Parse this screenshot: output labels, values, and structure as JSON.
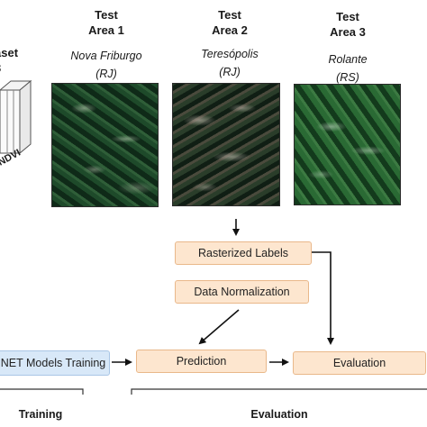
{
  "dataset": {
    "title_fragment": "aset",
    "line2_fragment": "3",
    "side_label": "NDVI"
  },
  "areas": [
    {
      "test_label": "Test",
      "area_label": "Area 1",
      "city": "Nova Friburgo",
      "state": "(RJ)"
    },
    {
      "test_label": "Test",
      "area_label": "Area 2",
      "city": "Teresópolis",
      "state": "(RJ)"
    },
    {
      "test_label": "Test",
      "area_label": "Area 3",
      "city": "Rolante",
      "state": "(RS)"
    }
  ],
  "flow": {
    "rasterized_labels": "Rasterized Labels",
    "data_normalization": "Data Normalization",
    "training_box": "NET Models Training",
    "prediction": "Prediction",
    "evaluation": "Evaluation"
  },
  "footer": {
    "training": "Training",
    "evaluation": "Evaluation"
  },
  "colors": {
    "box_fill": "#fde6cf",
    "box_border": "#e9b88a",
    "training_fill": "#d8e8f8",
    "arrow": "#111111"
  }
}
